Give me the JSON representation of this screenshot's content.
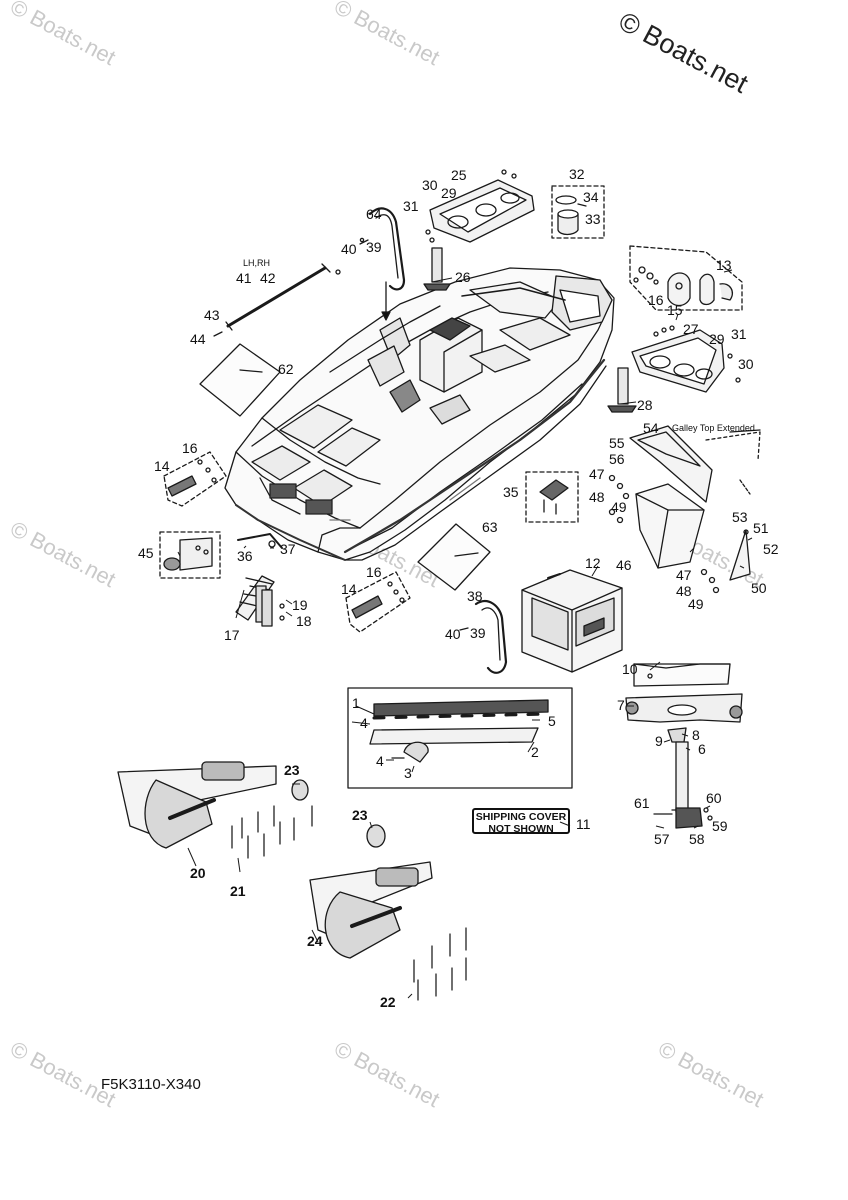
{
  "watermark": {
    "text": "© Boats.net"
  },
  "copyright": "© Boats.net",
  "diagram_code": "F5K3110-X340",
  "shipping_note": {
    "line1": "SHIPPING COVER",
    "line2": "NOT SHOWN",
    "ref": "11"
  },
  "galley_note": "Galley Top Extended",
  "lhrh_note": "LH,RH",
  "callouts": {
    "n1": "1",
    "n2": "2",
    "n3": "3",
    "n4a": "4",
    "n4b": "4",
    "n5": "5",
    "n6": "6",
    "n7": "7",
    "n8": "8",
    "n9": "9",
    "n10": "10",
    "n12": "12",
    "n13": "13",
    "n14a": "14",
    "n14b": "14",
    "n15": "15",
    "n16a": "16",
    "n16b": "16",
    "n16c": "16",
    "n17": "17",
    "n18": "18",
    "n19": "19",
    "n20": "20",
    "n21": "21",
    "n22": "22",
    "n23a": "23",
    "n23b": "23",
    "n24": "24",
    "n25": "25",
    "n26": "26",
    "n27": "27",
    "n28": "28",
    "n29a": "29",
    "n29b": "29",
    "n30a": "30",
    "n30b": "30",
    "n31a": "31",
    "n31b": "31",
    "n32": "32",
    "n33": "33",
    "n34": "34",
    "n35": "35",
    "n36": "36",
    "n37": "37",
    "n38": "38",
    "n39a": "39",
    "n39b": "39",
    "n40a": "40",
    "n40b": "40",
    "n41": "41",
    "n42": "42",
    "n43": "43",
    "n44": "44",
    "n45": "45",
    "n46": "46",
    "n47a": "47",
    "n47b": "47",
    "n48a": "48",
    "n48b": "48",
    "n49a": "49",
    "n49b": "49",
    "n50": "50",
    "n51": "51",
    "n52": "52",
    "n53": "53",
    "n54": "54",
    "n55": "55",
    "n56": "56",
    "n57": "57",
    "n58": "58",
    "n59": "59",
    "n60": "60",
    "n61": "61",
    "n62": "62",
    "n63": "63",
    "n64": "64"
  }
}
